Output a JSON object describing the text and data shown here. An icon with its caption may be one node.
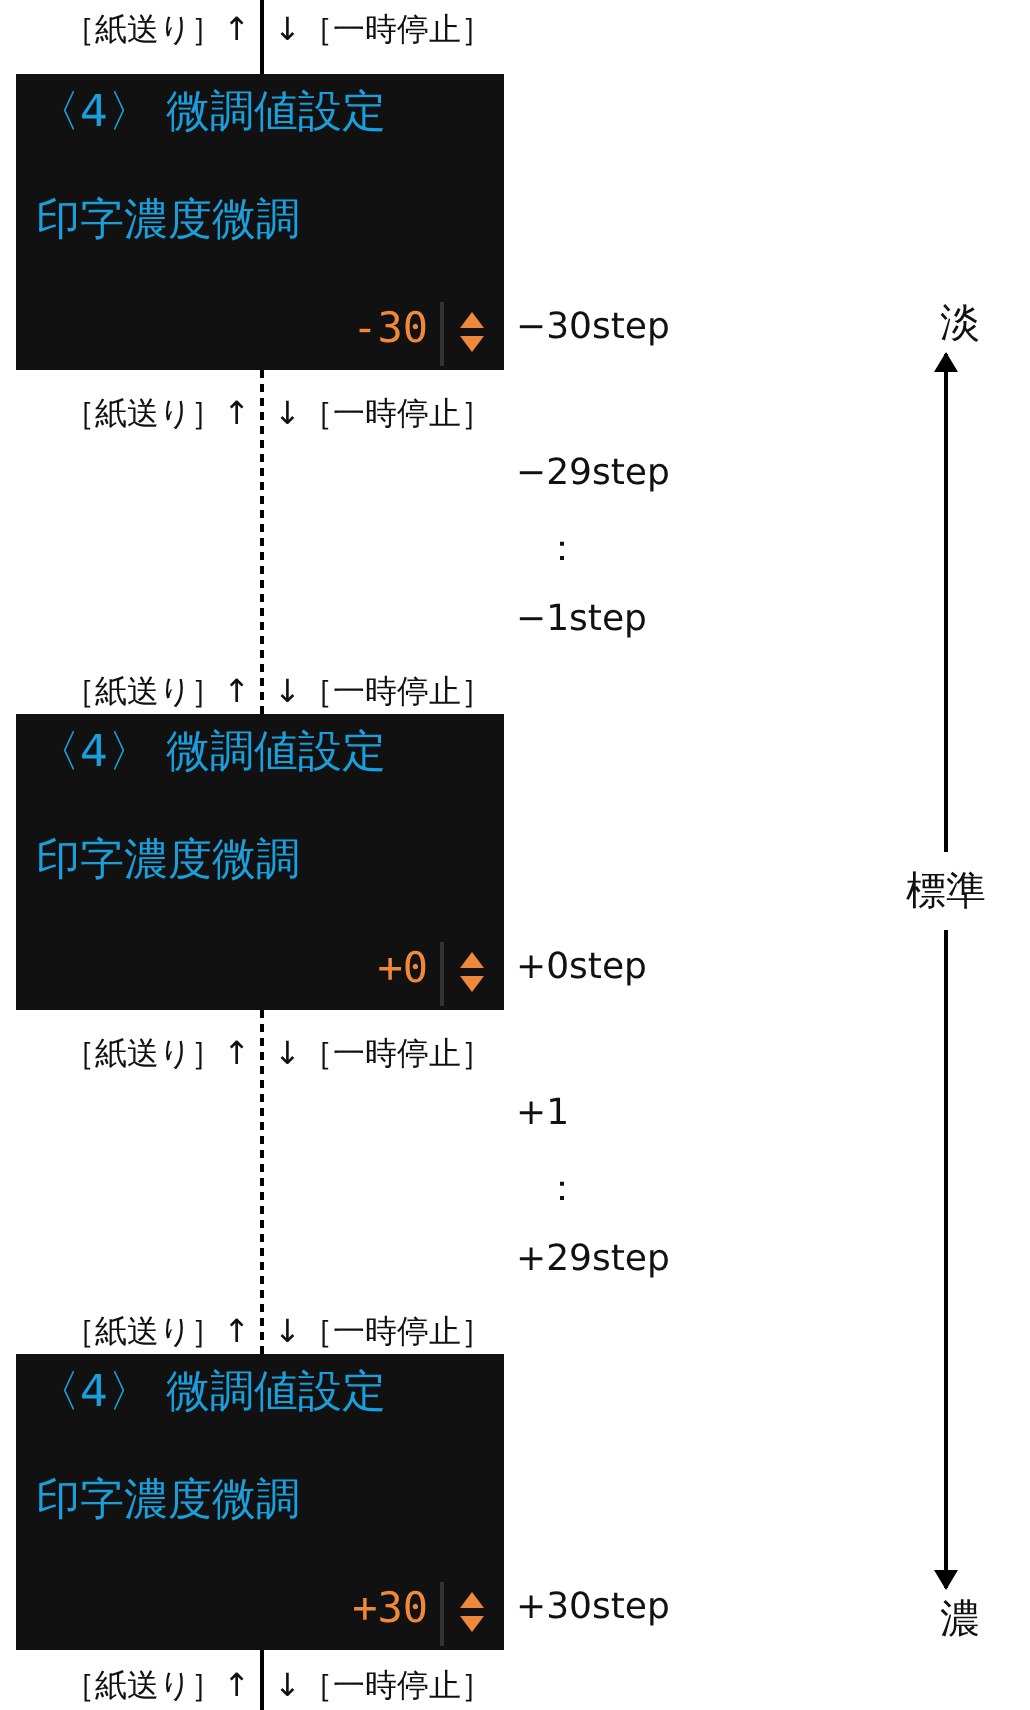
{
  "diagram": {
    "nodes": [
      {
        "text": [
          "〈4〉 微調値設定",
          "印字濃度微調",
          "-30"
        ],
        "beside": [
          "−30step"
        ]
      },
      {
        "text": [
          "〈4〉 微調値設定",
          "印字濃度微調",
          "+0"
        ],
        "beside": [
          "+0step"
        ]
      },
      {
        "text": [
          "〈4〉 微調値設定",
          "印字濃度微調",
          "+30"
        ],
        "beside": [
          "+30step"
        ]
      },
      {
        "text": [
          "淡"
        ]
      },
      {
        "text": [
          "標準"
        ]
      },
      {
        "text": [
          "濃"
        ]
      }
    ],
    "edges": [
      {
        "from": null,
        "to": 0,
        "arrow": "none"
      },
      {
        "from": 0,
        "to": 1,
        "arrow": "none",
        "style": "dashed"
      },
      {
        "from": 1,
        "to": 2,
        "arrow": "none",
        "style": "dashed"
      },
      {
        "from": 2,
        "to": null,
        "arrow": "none"
      },
      {
        "from": 4,
        "to": 3,
        "arrow": "to"
      },
      {
        "from": 4,
        "to": 5,
        "arrow": "to"
      }
    ],
    "labels": [
      "［紙送り］↑",
      "↓［一時停止］",
      "［紙送り］↑",
      "↓［一時停止］",
      "−29step",
      "：",
      "−1step",
      "［紙送り］↑",
      "↓［一時停止］",
      "［紙送り］↑",
      "↓［一時停止］",
      "+1",
      "：",
      "+29step",
      "［紙送り］↑",
      "↓［一時停止］",
      "［紙送り］↑",
      "↓［一時停止］"
    ]
  }
}
